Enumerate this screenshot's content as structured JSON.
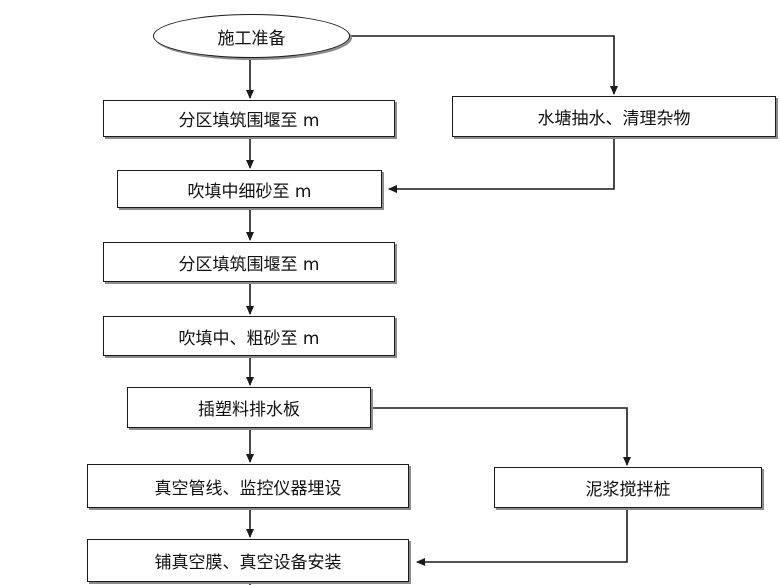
{
  "nodes": {
    "start": "施工准备",
    "step1": "分区填筑围堰至 m",
    "side1": "水塘抽水、清理杂物",
    "step2": "吹填中细砂至 m",
    "step3": "分区填筑围堰至 m",
    "step4": "吹填中、粗砂至 m",
    "step5": "插塑料排水板",
    "step6": "真空管线、监控仪器埋设",
    "side2": "泥浆搅拌桩",
    "step7": "铺真空膜、真空设备安装"
  },
  "colors": {
    "line": "#1a1a1a",
    "shadow": "#8c8c8c",
    "fill": "#ffffff"
  }
}
